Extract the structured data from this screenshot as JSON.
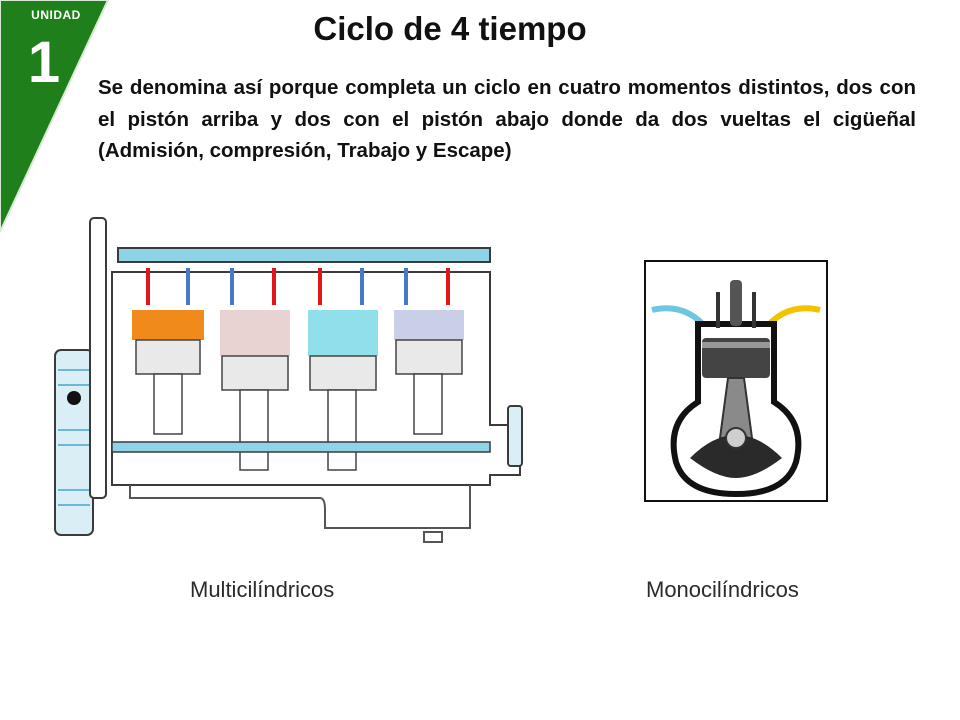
{
  "badge": {
    "label": "UNIDAD",
    "number": "1",
    "color": "#1f7f1a"
  },
  "title": "Ciclo de 4 tiempo",
  "description": "Se denomina así porque completa un ciclo en cuatro momentos distintos, dos con el pistón arriba y dos con el pistón abajo donde da dos vueltas el cigüeñal (Admisión, compresión, Trabajo y Escape)",
  "figures": [
    {
      "icon": "multi-cylinder-engine-diagram",
      "caption": "Multicilíndricos"
    },
    {
      "icon": "single-cylinder-engine-diagram",
      "caption": "Monocilíndricos"
    }
  ],
  "colors": {
    "engine_block": "#8fd3e8",
    "intake_valve": "#4a78c8",
    "exhaust_valve": "#e0161b",
    "combustion": "#f08a1a"
  }
}
